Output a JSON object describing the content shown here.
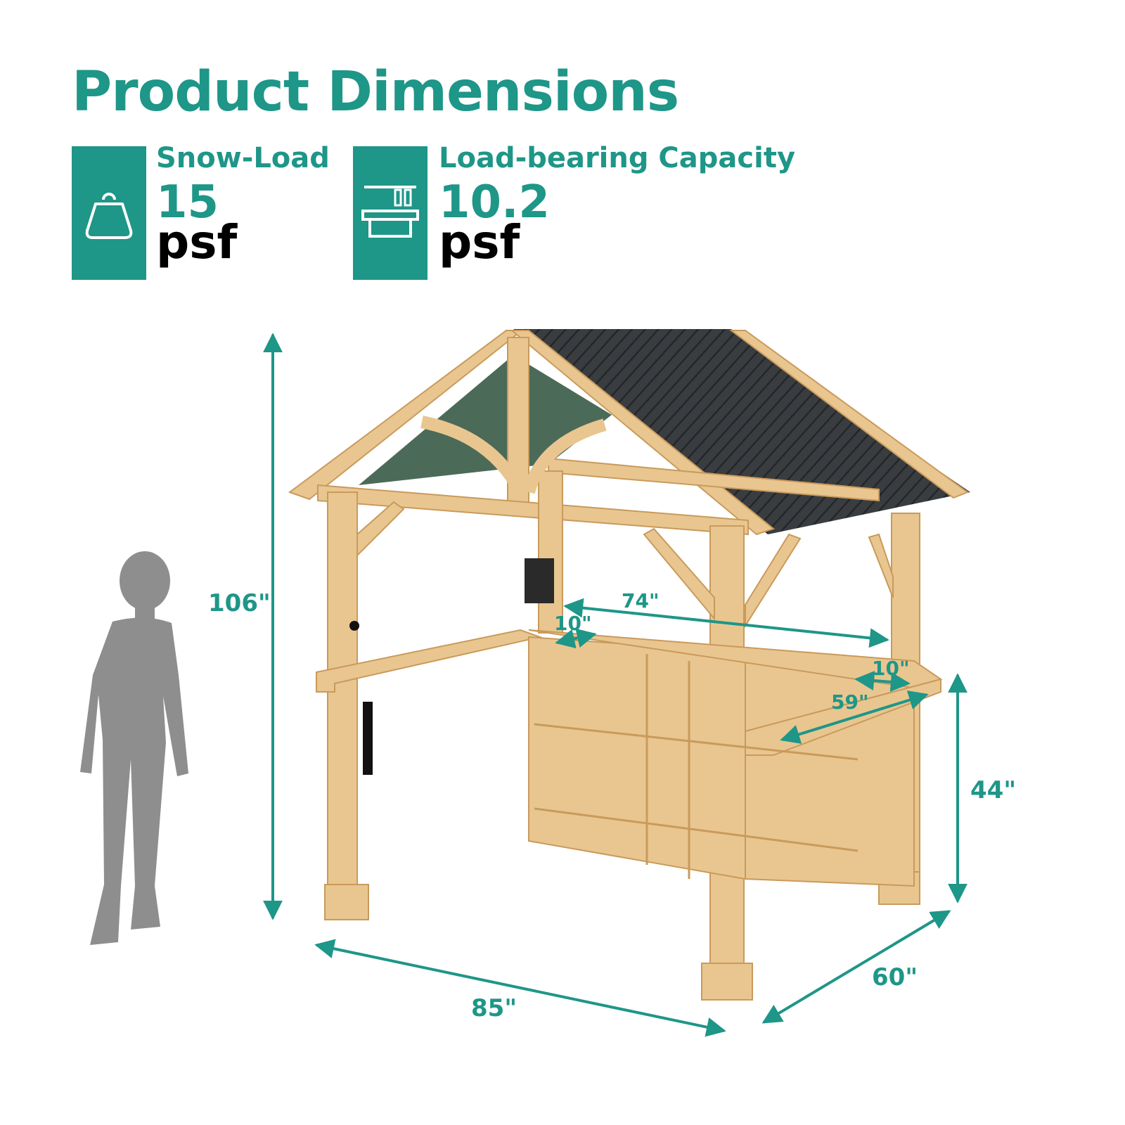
{
  "title": "Product Dimensions",
  "specs": [
    {
      "label": "Snow-Load",
      "value": "15",
      "unit": "psf",
      "icon": "weight-icon"
    },
    {
      "label": "Load-bearing Capacity",
      "value": "10.2",
      "unit": "psf",
      "icon": "bar-counter-icon"
    }
  ],
  "dimensions": {
    "height": "106\"",
    "width": "85\"",
    "depth": "60\"",
    "counter_height": "44\"",
    "bar_length": "74\"",
    "bar_depth_left": "10\"",
    "bar_depth_right": "10\"",
    "side_counter": "59\""
  },
  "colors": {
    "accent": "#1e9688",
    "wood": "#e9c690",
    "wood_dark": "#c99a5b",
    "roof": "#3a3d40",
    "silhouette": "#8e8e8e"
  }
}
